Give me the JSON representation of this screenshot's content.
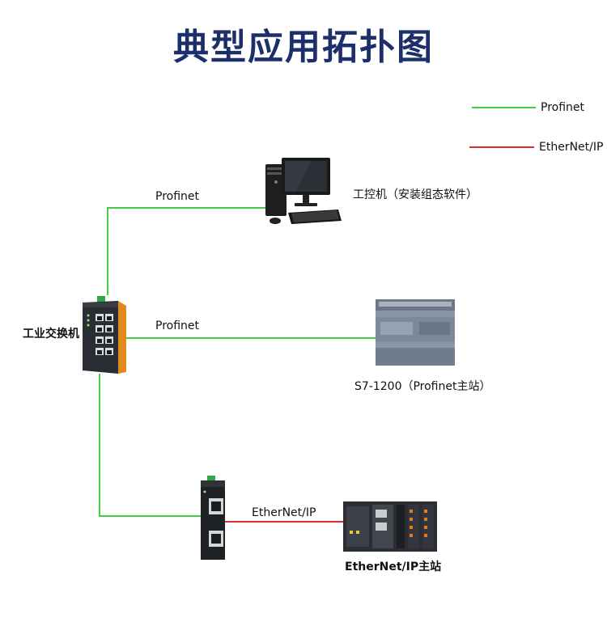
{
  "title": "典型应用拓扑图",
  "colors": {
    "profinet": "#44cc44",
    "ethernet_ip": "#dd2a2a",
    "title": "#1d2f6b"
  },
  "legend": [
    {
      "label": "Profinet",
      "color": "#44cc44"
    },
    {
      "label": "EtherNet/IP",
      "color": "#dd2a2a"
    }
  ],
  "nodes": {
    "pc": {
      "label": "工控机（安装组态软件）",
      "icon": "industrial-pc-icon"
    },
    "switch": {
      "label": "工业交换机",
      "icon": "industrial-switch-icon"
    },
    "plc": {
      "label": "S7-1200（Profinet主站）",
      "icon": "s7-1200-plc-icon"
    },
    "gateway": {
      "label": "",
      "icon": "protocol-gateway-icon"
    },
    "ethernet_ip_master": {
      "label": "EtherNet/IP主站",
      "icon": "ethernet-ip-plc-icon"
    }
  },
  "links": [
    {
      "label": "Profinet",
      "from": "switch",
      "to": "pc",
      "protocol": "Profinet"
    },
    {
      "label": "Profinet",
      "from": "switch",
      "to": "plc",
      "protocol": "Profinet"
    },
    {
      "label": "",
      "from": "switch",
      "to": "gateway",
      "protocol": "Profinet"
    },
    {
      "label": "EtherNet/IP",
      "from": "gateway",
      "to": "ethernet_ip_master",
      "protocol": "EtherNet/IP"
    }
  ]
}
